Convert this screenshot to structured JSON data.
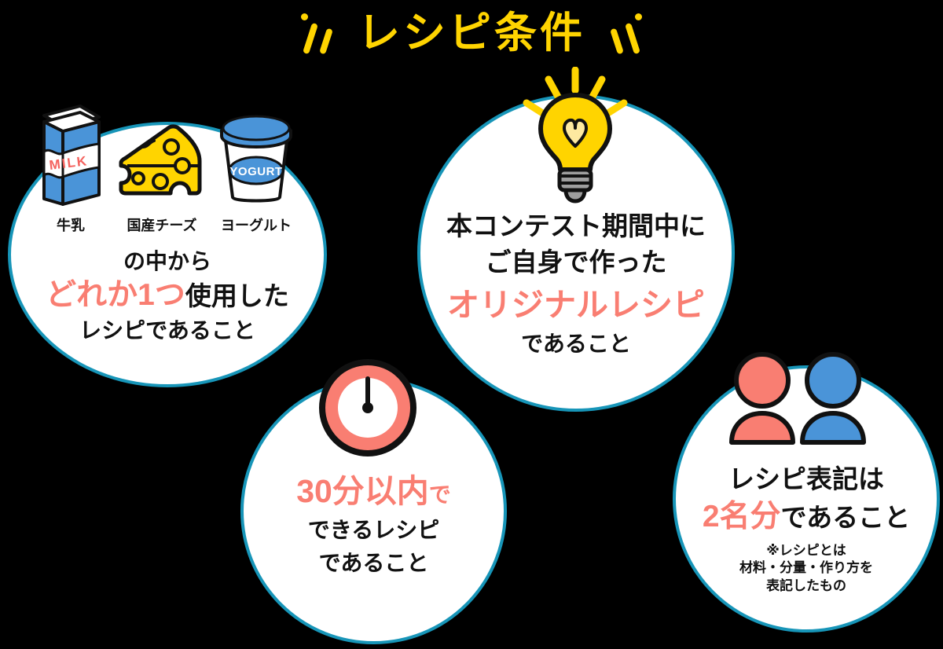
{
  "page": {
    "title": "レシピ条件",
    "background_color": "#000000",
    "title_color": "#FFD400",
    "circle_border_color": "#1795B8",
    "circle_fill_color": "#FFFFFF",
    "accent_color": "#F97E72",
    "blue_color": "#4A94D8",
    "yellow_color": "#FFD400"
  },
  "decorations": {
    "left_marks": "slash-marks",
    "right_marks": "slash-marks"
  },
  "conditions": [
    {
      "id": "condition-ingredients",
      "icons": [
        {
          "name": "milk-carton-icon",
          "label": "牛乳",
          "text_on_icon": "MILK"
        },
        {
          "name": "cheese-wedge-icon",
          "label": "国産チーズ",
          "text_on_icon": ""
        },
        {
          "name": "yogurt-cup-icon",
          "label": "ヨーグルト",
          "text_on_icon": "YOGURT"
        }
      ],
      "lines": [
        {
          "text": "の中から",
          "style": "normal"
        },
        {
          "text": "どれか1つ",
          "style": "accent-large",
          "suffix": "使用した"
        },
        {
          "text": "レシピであること",
          "style": "normal"
        }
      ]
    },
    {
      "id": "condition-original",
      "icon": "lightbulb-icon",
      "lines": [
        {
          "text": "本コンテスト期間中に",
          "style": "normal"
        },
        {
          "text": "ご自身で作った",
          "style": "normal"
        },
        {
          "text": "オリジナルレシピ",
          "style": "accent-large"
        },
        {
          "text": "であること",
          "style": "normal"
        }
      ]
    },
    {
      "id": "condition-time",
      "icon": "clock-icon",
      "lines": [
        {
          "text": "30分以内",
          "style": "accent-large",
          "suffix": "で"
        },
        {
          "text": "できるレシピ",
          "style": "normal"
        },
        {
          "text": "であること",
          "style": "normal"
        }
      ]
    },
    {
      "id": "condition-servings",
      "icon": "two-people-icon",
      "lines": [
        {
          "text": "レシピ表記は",
          "style": "normal"
        },
        {
          "text": "2名分",
          "style": "accent-large",
          "suffix": "であること"
        }
      ],
      "note": [
        "※レシピとは",
        "材料・分量・作り方を",
        "表記したもの"
      ]
    }
  ]
}
